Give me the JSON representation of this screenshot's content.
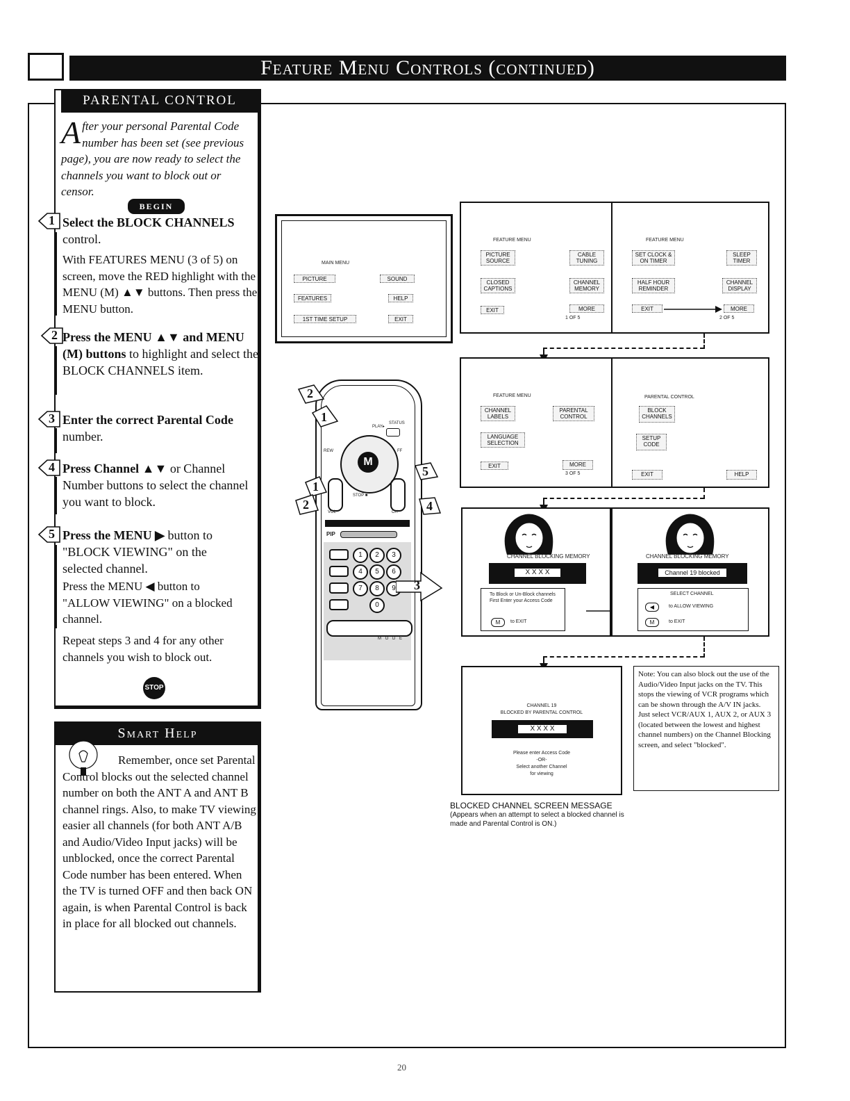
{
  "header": {
    "title": "Feature Menu Controls (continued)"
  },
  "parental_control": {
    "tab": "PARENTAL CONTROL",
    "intro_dropcap": "A",
    "intro": "fter your personal Parental Code number has been set (see previous page), you are now ready to select the channels you want to block out or censor.",
    "begin": "BEGIN",
    "steps": [
      {
        "num": "1",
        "head": "Select the BLOCK CHANNELS",
        "head_tail": " control.",
        "body": "With FEATURES MENU (3 of 5) on screen, move the RED highlight with the MENU (M) ▲▼ buttons. Then press the MENU button."
      },
      {
        "num": "2",
        "head": "Press the MENU ▲▼ and MENU (M) buttons",
        "head_tail": " to highlight and select the BLOCK CHANNELS item.",
        "body": ""
      },
      {
        "num": "3",
        "head": "Enter the correct Parental Code",
        "head_tail": " number.",
        "body": ""
      },
      {
        "num": "4",
        "head": "Press Channel ▲▼",
        "head_tail": " or Channel Number buttons to select the channel you want to block.",
        "body": ""
      },
      {
        "num": "5",
        "head": "Press the MENU ▶",
        "head_tail": " button to \"BLOCK VIEWING\" on the selected channel.",
        "body": "Press the MENU ◀ button to \"ALLOW VIEWING\" on a blocked channel."
      }
    ],
    "repeat": "Repeat steps 3 and 4 for any other channels you wish to block out.",
    "stop": "STOP"
  },
  "smart_help": {
    "tab": "Smart Help",
    "text": "Remember, once set Parental Control blocks out the selected channel number on both the ANT A and ANT B channel rings. Also, to make TV viewing easier all channels (for both ANT A/B and Audio/Video Input jacks) will be unblocked, once the correct Parental Code number has been entered. When the TV is turned OFF and then back ON again, is when Parental Control is back in place for all blocked out channels."
  },
  "main_menu": {
    "title": "MAIN MENU",
    "items": [
      "PICTURE",
      "SOUND",
      "FEATURES",
      "HELP",
      "1ST TIME SETUP",
      "EXIT"
    ]
  },
  "features_menu_1": {
    "title": "FEATURE MENU",
    "items": [
      "PICTURE SOURCE",
      "CABLE TUNING",
      "CLOSED CAPTIONS",
      "CHANNEL MEMORY",
      "EXIT",
      "MORE"
    ],
    "page": "1 OF 5"
  },
  "features_menu_2": {
    "title": "FEATURE MENU",
    "items": [
      "SET CLOCK & ON TIMER",
      "SLEEP TIMER",
      "HALF HOUR REMINDER",
      "CHANNEL DISPLAY",
      "EXIT",
      "MORE"
    ],
    "page": "2 OF 5"
  },
  "features_menu_3": {
    "title": "FEATURE MENU",
    "items": [
      "CHANNEL LABELS",
      "PARENTAL CONTROL",
      "LANGUAGE SELECTION",
      "EXIT",
      "MORE"
    ],
    "page": "3 OF 5"
  },
  "parental_menu": {
    "title": "PARENTAL CONTROL",
    "items": [
      "BLOCK CHANNELS",
      "SETUP CODE",
      "EXIT",
      "HELP"
    ]
  },
  "blocking_screen_1": {
    "title": "CHANNEL BLOCKING MEMORY",
    "code": "X X X X",
    "instructions": "To Block or Un-Block channels First Enter your Access Code",
    "exit_key": "M",
    "exit_label": "to EXIT"
  },
  "blocking_screen_2": {
    "title": "CHANNEL BLOCKING MEMORY",
    "bar": "Channel 19 blocked",
    "select": "SELECT CHANNEL",
    "allow_key": "◀",
    "allow_label": "to ALLOW VIEWING",
    "exit_key": "M",
    "exit_label": "to EXIT"
  },
  "blocked_screen": {
    "line1": "CHANNEL 19",
    "line2": "BLOCKED BY PARENTAL CONTROL",
    "code": "X X X X",
    "l1": "Please enter Access Code",
    "l2": "-OR-",
    "l3": "Select another Channel",
    "l4": "for viewing"
  },
  "note": "Note: You can also block out the use of the Audio/Video Input jacks on the TV. This stops the viewing of VCR programs which can be shown through the A/V IN jacks. Just select VCR/AUX 1, AUX 2, or AUX 3 (located between the lowest and highest channel numbers) on the Channel Blocking screen, and select \"blocked\".",
  "caption": {
    "title": "BLOCKED CHANNEL SCREEN MESSAGE",
    "sub": "(Appears when an attempt to select a blocked channel is made and Parental Control is ON.)"
  },
  "remote": {
    "play": "PLAY▸",
    "status": "STATUS",
    "menu_key": "M",
    "stop": "STOP ■",
    "rew": "REW",
    "ff": "FF",
    "vol": "VOL",
    "ch": "CH",
    "pip": "PIP",
    "digits": [
      "1",
      "2",
      "3",
      "4",
      "5",
      "6",
      "7",
      "8",
      "9",
      "0"
    ],
    "mode": "M O D E",
    "callouts": [
      "2",
      "1",
      "5",
      "1",
      "2",
      "4",
      "3"
    ]
  },
  "page_number": "20"
}
